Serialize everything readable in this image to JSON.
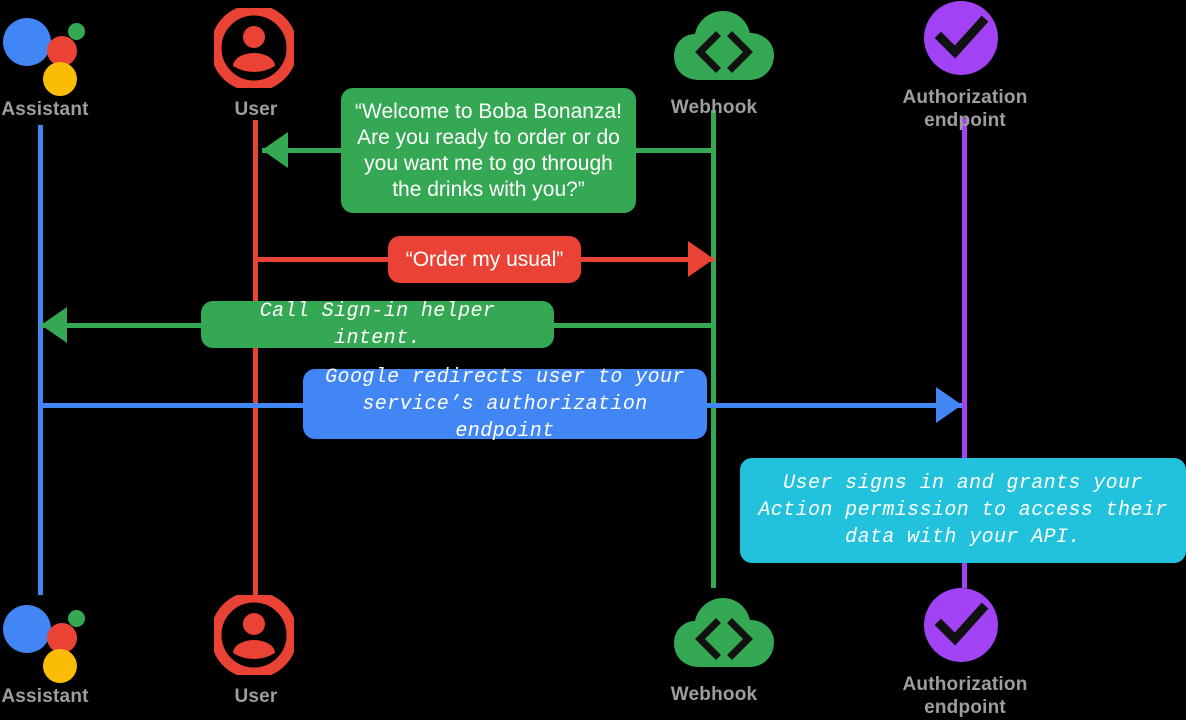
{
  "diagram": {
    "title": "Account linking sign-in sequence",
    "background": "#000000",
    "label_color": "#9e9e9e"
  },
  "colors": {
    "assistant_blue": "#4285F4",
    "user_red": "#EA4335",
    "webhook_green": "#34A853",
    "auth_purple": "#A142F4",
    "bubble_green": "#34A853",
    "bubble_red": "#EA4335",
    "bubble_blue": "#4285F4",
    "bubble_cyan": "#22C1DC",
    "google_yellow": "#FBBC05"
  },
  "actors_top": [
    {
      "id": "assistant",
      "label": "Assistant",
      "icon": "google-assistant-icon",
      "color": "#4285F4"
    },
    {
      "id": "user",
      "label": "User",
      "icon": "user-avatar-icon",
      "color": "#EA4335"
    },
    {
      "id": "webhook",
      "label": "Webhook",
      "icon": "cloud-code-icon",
      "color": "#34A853"
    },
    {
      "id": "auth",
      "label": "Authorization\nendpoint",
      "icon": "check-circle-icon",
      "color": "#A142F4"
    }
  ],
  "actors_bottom": [
    {
      "id": "assistant",
      "label": "Assistant",
      "icon": "google-assistant-icon",
      "color": "#4285F4"
    },
    {
      "id": "user",
      "label": "User",
      "icon": "user-avatar-icon",
      "color": "#EA4335"
    },
    {
      "id": "webhook",
      "label": "Webhook",
      "icon": "cloud-code-icon",
      "color": "#34A853"
    },
    {
      "id": "auth",
      "label": "Authorization\nendpoint",
      "icon": "check-circle-icon",
      "color": "#A142F4"
    }
  ],
  "messages": [
    {
      "id": "welcome",
      "from": "webhook",
      "to": "user",
      "direction": "left",
      "color": "#34A853",
      "font": "sans",
      "text": "“Welcome to Boba Bonanza!\nAre you ready to order or do\nyou want me to go through\nthe drinks with you?”"
    },
    {
      "id": "order-my-usual",
      "from": "user",
      "to": "webhook",
      "direction": "right",
      "color": "#EA4335",
      "font": "sans",
      "text": "“Order my usual”"
    },
    {
      "id": "sign-in-helper",
      "from": "webhook",
      "to": "assistant",
      "direction": "left",
      "color": "#34A853",
      "font": "mono",
      "text": "Call Sign-in helper intent."
    },
    {
      "id": "google-redirect",
      "from": "assistant",
      "to": "auth",
      "direction": "right",
      "color": "#4285F4",
      "font": "mono",
      "text": "Google redirects user to your\nservice’s authorization endpoint"
    },
    {
      "id": "user-grants-permission",
      "from": "auth",
      "to": "auth",
      "direction": "none",
      "color": "#22C1DC",
      "font": "mono",
      "text": "User signs in and grants your\nAction permission to access their\ndata with your API."
    }
  ]
}
